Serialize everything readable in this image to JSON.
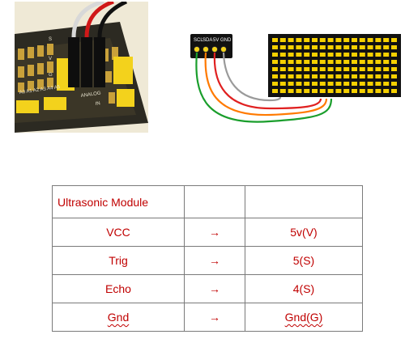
{
  "photo": {
    "board_labels": [
      "S",
      "V",
      "G"
    ],
    "silkscreen_text": [
      "A0 A1 A2 A3 A4 A5",
      "ANALOG",
      "IN"
    ]
  },
  "diagram": {
    "pin_labels": [
      "SCL",
      "SDA",
      "5V",
      "GND"
    ],
    "wire_colors": [
      "#1a9e2c",
      "#ff7a00",
      "#e02020",
      "#9a9a9a"
    ]
  },
  "table": {
    "header": {
      "module": "Ultrasonic Module",
      "arrow": "",
      "target": ""
    },
    "rows": [
      {
        "pin": "VCC",
        "arrow": "→",
        "target": "5v(V)"
      },
      {
        "pin": "Trig",
        "arrow": "→",
        "target": "5(S)"
      },
      {
        "pin": "Echo",
        "arrow": "→",
        "target": "4(S)"
      },
      {
        "pin": "Gnd",
        "arrow": "→",
        "target": "Gnd(G)"
      }
    ]
  },
  "colors": {
    "text_red": "#c00000",
    "led_yellow": "#f5d000",
    "board_black": "#111111"
  }
}
